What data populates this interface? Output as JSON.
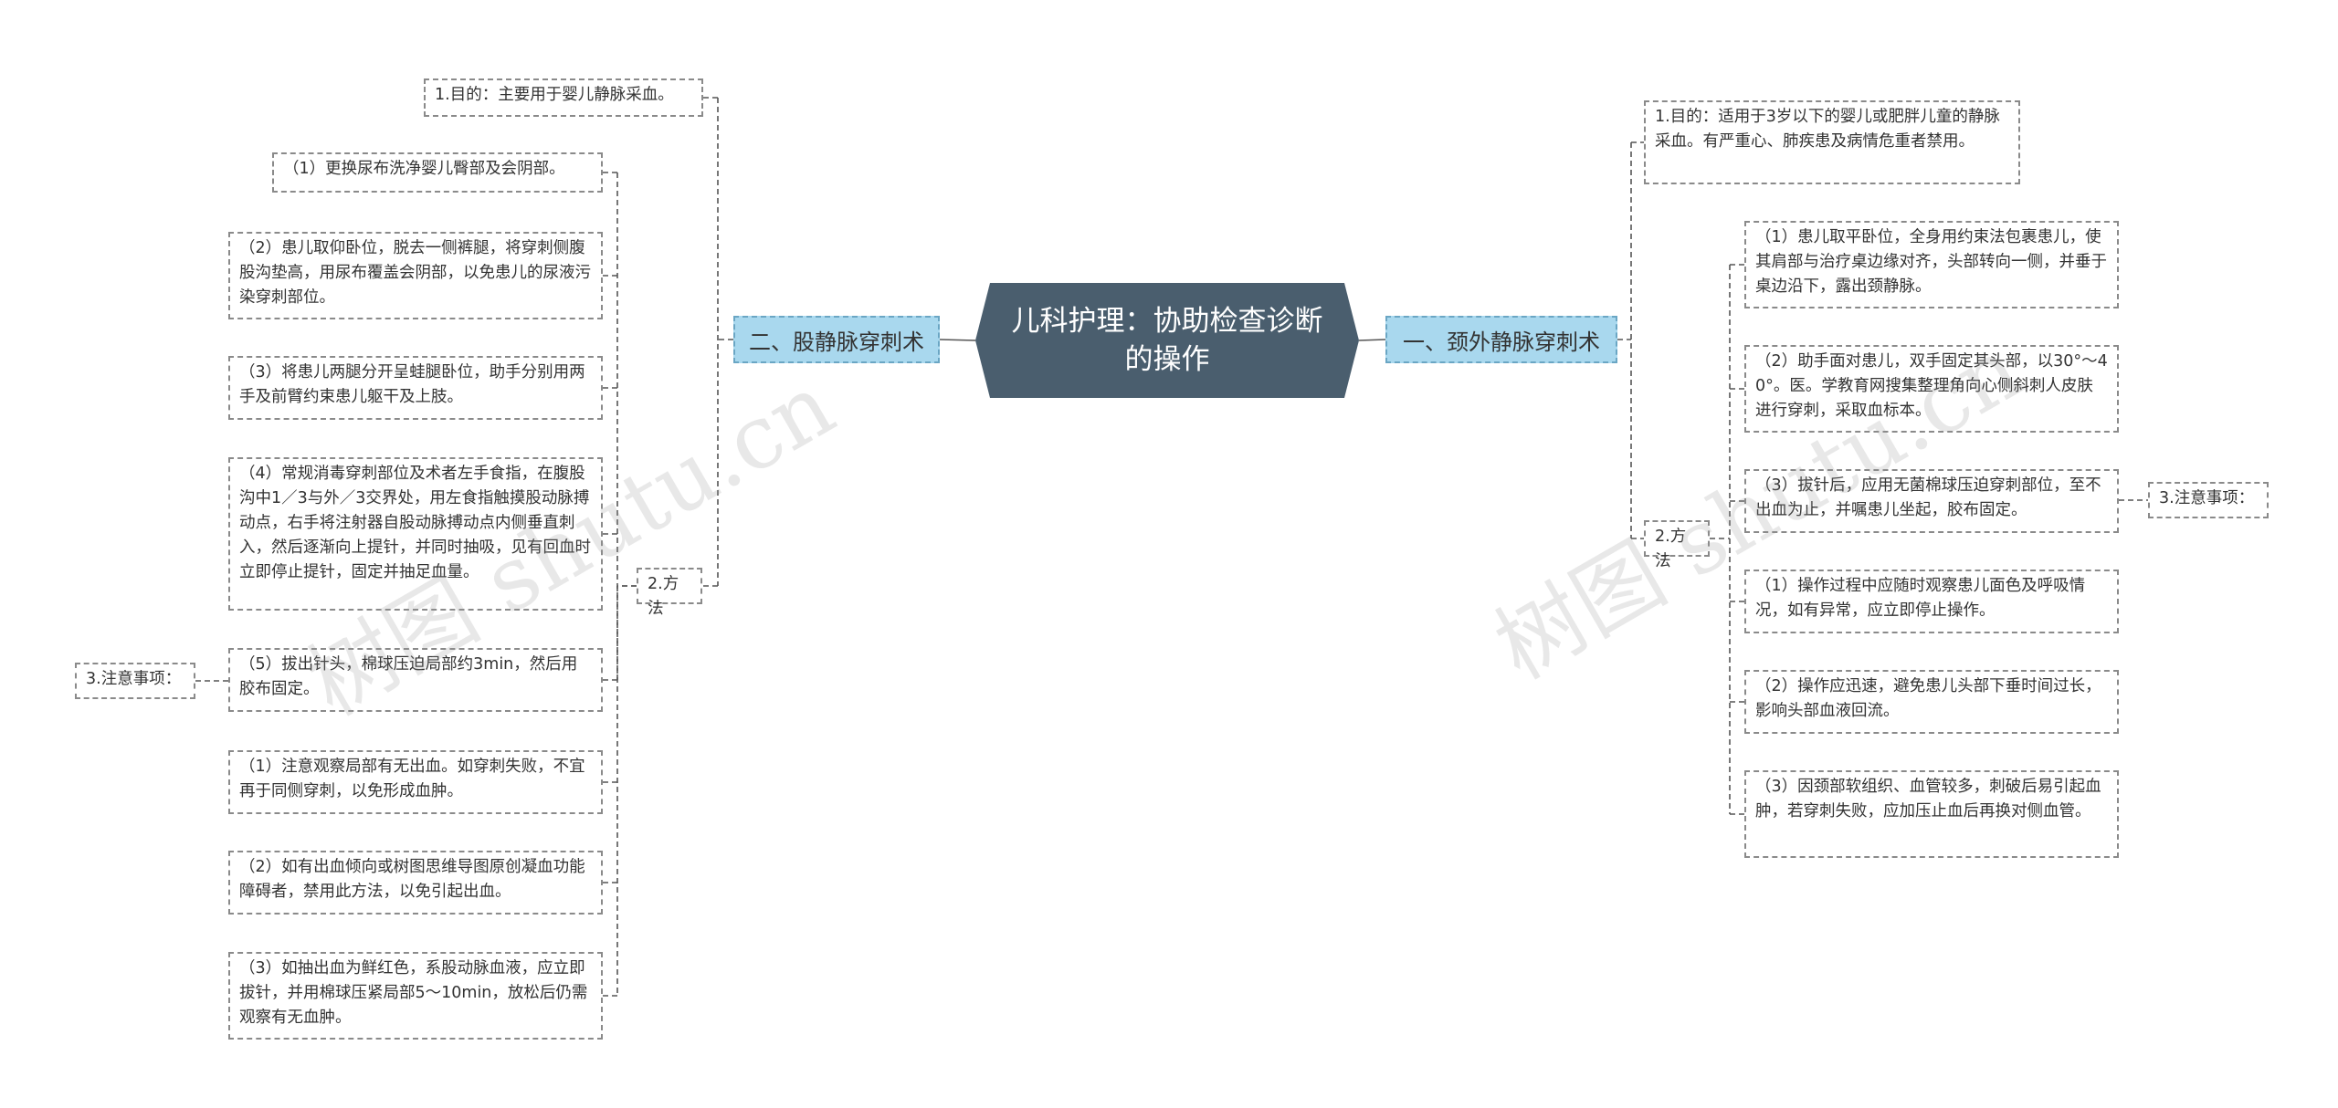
{
  "root": {
    "title": "儿科护理：协助检查诊断的操作"
  },
  "left": {
    "branch": "二、股静脉穿刺术",
    "purpose": "1.目的：主要用于婴儿静脉采血。",
    "method_label": "2.方法",
    "notes_label": "3.注意事项：",
    "methods": [
      "（1）更换尿布洗净婴儿臀部及会阴部。",
      "（2）患儿取仰卧位，脱去一侧裤腿，将穿刺侧腹股沟垫高，用尿布覆盖会阴部，以免患儿的尿液污染穿刺部位。",
      "（3）将患儿两腿分开呈蛙腿卧位，助手分别用两手及前臂约束患儿躯干及上肢。",
      "（4）常规消毒穿刺部位及术者左手食指，在腹股沟中1／3与外／3交界处，用左食指触摸股动脉搏动点，右手将注射器自股动脉搏动点内侧垂直刺入，然后逐渐向上提针，并同时抽吸，见有回血时立即停止提针，固定并抽足血量。",
      "（5）拔出针头，棉球压迫局部约3min，然后用胶布固定。"
    ],
    "notes": [
      "（1）注意观察局部有无出血。如穿刺失败，不宜再于同侧穿刺，以免形成血肿。",
      "（2）如有出血倾向或树图思维导图原创凝血功能障碍者，禁用此方法，以免引起出血。",
      "（3）如抽出血为鲜红色，系股动脉血液，应立即拔针，并用棉球压紧局部5～10min，放松后仍需观察有无血肿。"
    ]
  },
  "right": {
    "branch": "一、颈外静脉穿刺术",
    "purpose": "1.目的：适用于3岁以下的婴儿或肥胖儿童的静脉采血。有严重心、肺疾患及病情危重者禁用。",
    "method_label": "2.方法",
    "notes_label": "3.注意事项：",
    "methods": [
      "（1）患儿取平卧位，全身用约束法包裹患儿，使其肩部与治疗桌边缘对齐，头部转向一侧，并垂于桌边沿下，露出颈静脉。",
      "（2）助手面对患儿，双手固定其头部，以30°～40°。医。学教育网搜集整理角向心侧斜刺人皮肤进行穿刺，采取血标本。",
      "（3）拔针后，应用无菌棉球压迫穿刺部位，至不出血为止，并嘱患儿坐起，胶布固定。",
      "（1）操作过程中应随时观察患儿面色及呼吸情况，如有异常，应立即停止操作。",
      "（2）操作应迅速，避免患儿头部下垂时间过长，影响头部血液回流。",
      "（3）因颈部软组织、血管较多，刺破后易引起血肿，若穿刺失败，应加压止血后再换对侧血管。"
    ]
  },
  "watermarks": [
    "树图 shutu.cn",
    "树图 shutu.cn"
  ],
  "colors": {
    "root": "#4a5e6e",
    "branch": "#a9d8ee",
    "line": "#555555"
  }
}
